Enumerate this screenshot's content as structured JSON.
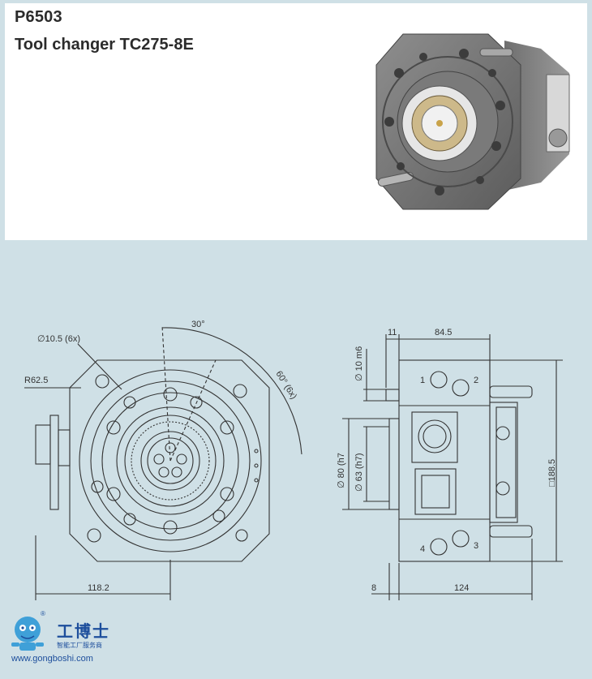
{
  "header": {
    "code": "P6503",
    "title": "Tool changer TC275-8E"
  },
  "front_view": {
    "dim_hole": "∅10.5 (6x)",
    "dim_radius": "R62.5",
    "dim_angle_30": "30°",
    "dim_angle_60": "60° (6x)",
    "dim_width": "118.2"
  },
  "side_view": {
    "dim_11": "11",
    "dim_84_5": "84.5",
    "dim_10_m6": "∅ 10 m6",
    "dim_80_h7": "∅ 80 (h7",
    "dim_63_h7": "∅ 63 (h7)",
    "dim_188_5": "□188.5",
    "dim_8": "8",
    "dim_124": "124",
    "port_1": "1",
    "port_2": "2",
    "port_3": "3",
    "port_4": "4"
  },
  "watermark": {
    "brand": "工博士",
    "subtitle": "智能工厂服务商",
    "url": "www.gongboshi.com",
    "registered": "®"
  },
  "colors": {
    "background": "#cfe0e6",
    "panel": "#ffffff",
    "line": "#333333",
    "dimension": "#555555",
    "accent": "#1d4e9c"
  }
}
